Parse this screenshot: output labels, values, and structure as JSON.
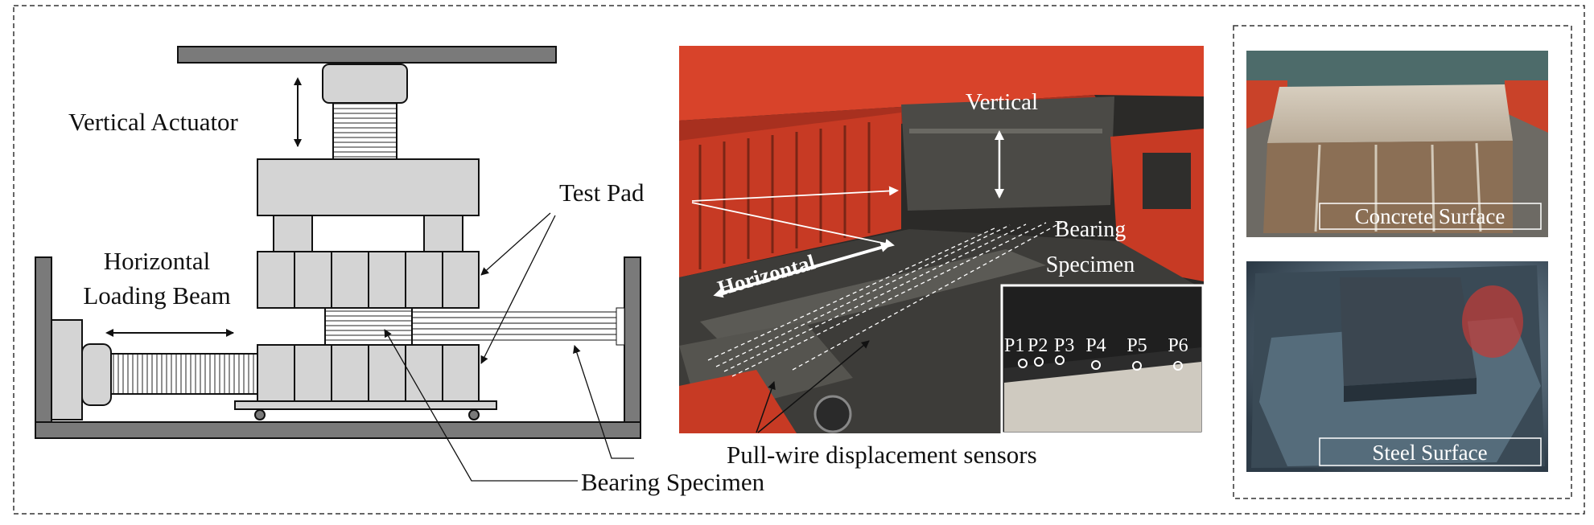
{
  "schematic": {
    "vertical_actuator": "Vertical Actuator",
    "test_pad": "Test Pad",
    "horizontal_beam_line1": "Horizontal",
    "horizontal_beam_line2": "Loading Beam",
    "sensors": "Pull-wire displacement sensors",
    "bearing_specimen": "Bearing Specimen"
  },
  "photo": {
    "vertical": "Vertical",
    "horizontal": "Horizontal",
    "bearing_line1": "Bearing",
    "bearing_line2": "Specimen",
    "points": [
      "P1",
      "P2",
      "P3",
      "P4",
      "P5",
      "P6"
    ]
  },
  "surfaces": {
    "concrete": "Concrete Surface",
    "steel": "Steel Surface"
  },
  "colors": {
    "frame_red": "#d8432a",
    "dark_steel": "#2a2c2e",
    "gray_fill": "#d4d4d4",
    "dark_gray": "#7a7a7a"
  }
}
